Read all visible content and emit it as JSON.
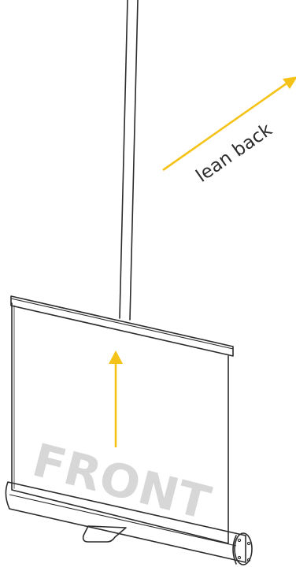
{
  "diagram": {
    "banner_word": "FRONT",
    "instruction": "lean back",
    "colors": {
      "arrow": "#f5c318",
      "outline": "#2b2b2b",
      "front_text": "#d7d7d7",
      "background": "#ffffff"
    },
    "icons": [
      "pole",
      "banner-sheet",
      "top-rail",
      "base-cassette",
      "support-foot",
      "up-arrow",
      "lean-arrow"
    ]
  }
}
